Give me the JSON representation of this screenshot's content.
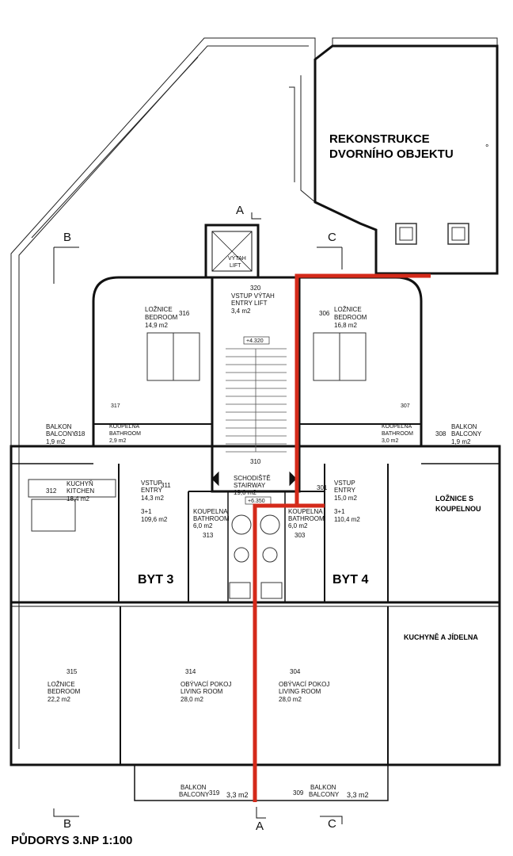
{
  "courtyard_label": {
    "line1": "REKONSTRUKCE",
    "line2": "DVORNÍHO OBJEKTU",
    "mark": "°"
  },
  "section_marks": {
    "a": "A",
    "b": "B",
    "c": "C"
  },
  "apartments": {
    "byt3": "BYT 3",
    "byt4": "BYT 4"
  },
  "rooms": {
    "r316": {
      "num": "316",
      "cz": "LOŽNICE",
      "en": "BEDROOM",
      "area": "14,9 m2"
    },
    "r306": {
      "num": "306",
      "cz": "LOŽNICE",
      "en": "BEDROOM",
      "area": "16,8 m2"
    },
    "r320": {
      "num": "320",
      "cz": "VSTUP VÝTAH",
      "en": "ENTRY LIFT",
      "area": "3,4 m2"
    },
    "lift": {
      "cz": "VÝTAH",
      "en": "LIFT"
    },
    "r318": {
      "num": "318",
      "cz": "BALKON",
      "en": "BALCONY",
      "area": "1,9 m2"
    },
    "r308": {
      "num": "308",
      "cz": "BALKON",
      "en": "BALCONY",
      "area": "1,9 m2"
    },
    "r317": {
      "num": "317",
      "cz": "KOUPELNA",
      "en": "BATHROOM",
      "area": "2,9 m2"
    },
    "r307": {
      "num": "307",
      "cz": "KOUPELNA",
      "en": "BATHROOM",
      "area": "3,0 m2"
    },
    "r312": {
      "num": "312",
      "cz": "KUCHYŇ",
      "en": "KITCHEN",
      "area": "18,4 m2"
    },
    "r311": {
      "num": "311",
      "cz": "VSTUP",
      "en": "ENTRY",
      "area": "14,3 m2",
      "type": "3+1",
      "total": "109,6 m2"
    },
    "r301": {
      "num": "301",
      "cz": "VSTUP",
      "en": "ENTRY",
      "area": "15,0 m2",
      "type": "3+1",
      "total": "110,4 m2"
    },
    "r310": {
      "num": "310",
      "cz": "SCHODIŠTĚ",
      "en": "STAIRWAY",
      "area": "19,0 m2"
    },
    "r313": {
      "num": "313",
      "cz": "KOUPELNA",
      "en": "BATHROOM",
      "area": "6,0 m2"
    },
    "r303": {
      "num": "303",
      "cz": "KOUPELNA",
      "en": "BATHROOM",
      "area": "6,0 m2"
    },
    "r315": {
      "num": "315",
      "cz": "LOŽNICE",
      "en": "BEDROOM",
      "area": "22,2 m2"
    },
    "r314": {
      "num": "314",
      "cz": "OBÝVACÍ POKOJ",
      "en": "LIVING ROOM",
      "area": "28,0 m2"
    },
    "r304": {
      "num": "304",
      "cz": "OBÝVACÍ POKOJ",
      "en": "LIVING ROOM",
      "area": "28,0 m2"
    },
    "r319": {
      "num": "319",
      "cz": "BALKON",
      "en": "BALCONY",
      "area": "3,3 m2"
    },
    "r309": {
      "num": "309",
      "cz": "BALKON",
      "en": "BALCONY",
      "area": "3,3 m2"
    }
  },
  "annotations": {
    "loznice_s_koupelnou_1": "LOŽNICE S",
    "loznice_s_koupelnou_2": "KOUPELNOU",
    "kuchyne_a_jidelna": "KUCHYNĚ A JÍDELNA"
  },
  "levels": {
    "upper": "+4.320",
    "lower": "+6.350"
  },
  "title": "PŮDORYS 3.NP 1:100",
  "colors": {
    "wall": "#111111",
    "divider_red": "#d42a1a",
    "line": "#333333"
  }
}
